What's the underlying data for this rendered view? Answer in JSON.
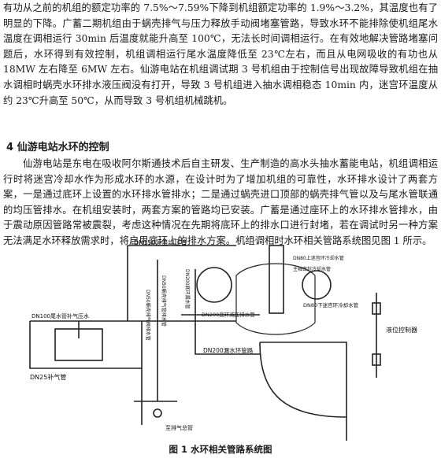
{
  "text": {
    "para1": "有功从之前的机组的额定功率的 7.5%～7.59%下降到机组额定功率的 1.9%～3.2%，其温度也有了明显的下降。广蓄二期机组由于蜗壳排气与压力释放手动阀堵塞管路，导致水环不能排除使机组尾水温度在调相运行 30min 后温度就能升高至 100℃，无法长时间调相运行。在有效地解决管路堵塞问题后，水环得到有效控制，机组调相运行尾水温度降低至 23℃左右，而且从电网吸收的有功也从 18MW 左右降至 6MW 左右。仙游电站在机组调试期 3 号机组由于控制信号出现故障导致机组在抽水调相时蜗壳水环排水液压阀没有打开，导致 3 号机组进入抽水调相稳态 10min 内，迷宫环温度从约 23℃升高至 50℃，从而导致 3 号机组机械跳机。",
    "heading": "4  仙游电站水环的控制",
    "para2": "仙游电站是东电在吸收阿尔斯通技术后自主研发、生产制造的高水头抽水蓄能电站，机组调相运行时将迷宫冷却水作为形成水环的水源，在设计时为了增加机组的可靠性，水环排水设计了两套方案，一是通过底环上设置的水环排水管排水；二是通过蜗壳进口顶部的蜗壳排气管以及与尾水管联通的均压管排水。在机组安装时，两套方案的管路均已安装。广蓄是通过座环上的水环排水管排水，由于震动原因管路常被震裂，考虑这种情况在先期将底环上的排水口进行封堵，若在调试时另一种方案无法满足水环释放需求时，将启用底环上的排水方案。机组调相时水环相关管路系统图见图 1 所示。"
  },
  "figure": {
    "labels": {
      "dn150": "DN150顶盖均压管",
      "dn80_top": "DN80上迷宫环冷却水管",
      "main_shaft_seal": "主轴密封冷却水管",
      "vert_label_1": "DN50蜗壳排气阀排水管",
      "vert_label_2": "DN50蜗壳排气管排水管",
      "dn200_vert": "DN200底环漏水管",
      "dn200_mid": "DN200底环减压排水管",
      "dn80_bottom": "DN80下迷宫环冷却水管",
      "dn100": "DN100尾水管补气压水",
      "dn25": "DN25补气管",
      "dn200_bottom": "DN200漏水环管路",
      "controller": "液位控制器",
      "to_tailwater": "至排气总管"
    },
    "caption": "图 1    水环相关管路系统图"
  }
}
